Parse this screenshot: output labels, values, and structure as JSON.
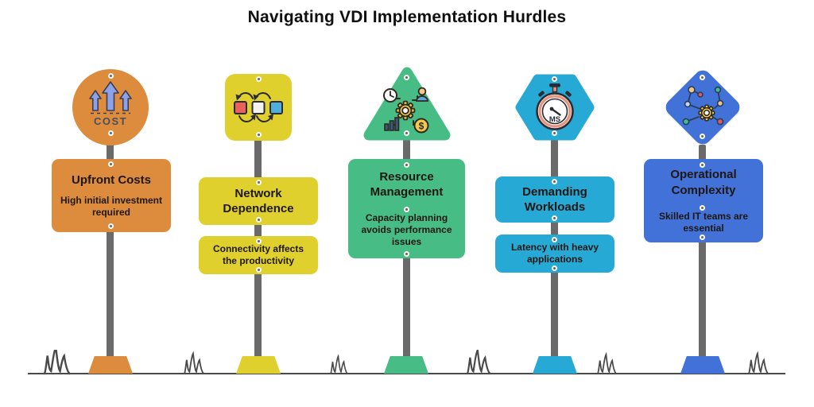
{
  "title": "Navigating VDI Implementation Hurdles",
  "hurdles": [
    {
      "id": "upfront-costs",
      "shape": "circle",
      "color": "#DC8C3C",
      "icon": "cost-arrows-icon",
      "icon_label": "COST",
      "title": "Upfront Costs",
      "description": "High initial investment required"
    },
    {
      "id": "network-dependence",
      "shape": "rounded-square",
      "color": "#DFD02E",
      "icon": "sync-squares-icon",
      "title": "Network Dependence",
      "description": "Connectivity affects the productivity"
    },
    {
      "id": "resource-management",
      "shape": "triangle",
      "color": "#47BD85",
      "icon": "resource-gear-icon",
      "icon_coin_symbol": "$",
      "title": "Resource Management",
      "description": "Capacity planning avoids performance issues"
    },
    {
      "id": "demanding-workloads",
      "shape": "hexagon",
      "color": "#27A9D5",
      "icon": "stopwatch-icon",
      "icon_label": "MS",
      "title": "Demanding Workloads",
      "description": "Latency with heavy applications"
    },
    {
      "id": "operational-complexity",
      "shape": "diamond",
      "color": "#4272D8",
      "icon": "network-gear-icon",
      "title": "Operational Complexity",
      "description": "Skilled IT teams are essential"
    }
  ],
  "palette": {
    "orange": "#DC8C3C",
    "yellow": "#DFD02E",
    "green": "#47BD85",
    "cyan": "#27A9D5",
    "blue": "#4272D8",
    "pole_gray": "#6A6A6A",
    "ground_line": "#4A4A4A",
    "sign_text": "#1E1712",
    "title_text": "#101010"
  }
}
